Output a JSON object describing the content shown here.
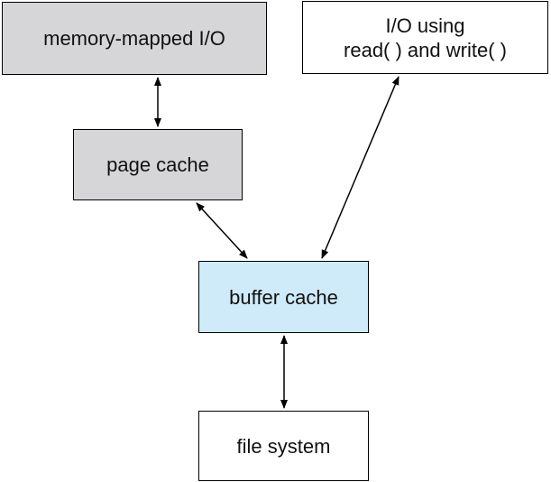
{
  "colors": {
    "gray_box": "#d6d6d8",
    "blue_box": "#cfeaf8",
    "white_box": "#ffffff",
    "stroke": "#000000"
  },
  "boxes": {
    "mmio": {
      "label": "memory-mapped I/O",
      "fill": "gray"
    },
    "rw": {
      "line1": "I/O using",
      "line2": "read( ) and write( )",
      "fill": "white"
    },
    "page": {
      "label": "page cache",
      "fill": "gray"
    },
    "buffer": {
      "label": "buffer cache",
      "fill": "blue"
    },
    "fs": {
      "label": "file system",
      "fill": "white"
    }
  },
  "connections": [
    {
      "from": "mmio",
      "to": "page",
      "direction": "both"
    },
    {
      "from": "page",
      "to": "buffer",
      "direction": "both"
    },
    {
      "from": "rw",
      "to": "buffer",
      "direction": "both"
    },
    {
      "from": "buffer",
      "to": "fs",
      "direction": "both"
    }
  ]
}
